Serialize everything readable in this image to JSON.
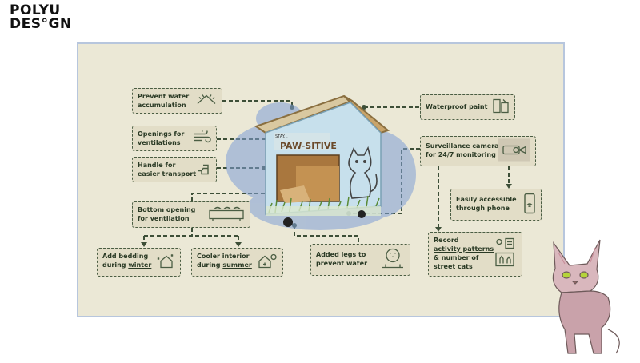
{
  "brand": {
    "line1": "POLYU",
    "line2": "DES°GN"
  },
  "house": {
    "sign_small": "STAY...",
    "sign_title": "PAW-SITIVE"
  },
  "features": {
    "prevent_water": "Prevent water\naccumulation",
    "openings": "Openings for\nventilations",
    "handle": "Handle for\neasier transport",
    "bottom_opening": "Bottom opening\nfor ventilation",
    "bedding_prefix": "Add bedding",
    "bedding_mid": "during ",
    "bedding_word": "winter",
    "cooler_prefix": "Cooler interior",
    "cooler_mid": "during ",
    "cooler_word": "summer",
    "legs": "Added legs to\nprevent water",
    "waterproof": "Waterproof paint",
    "camera": "Surveillance camera\nfor 24/7 monitoring",
    "phone": "Easily accessible\nthrough phone",
    "record_1": "Record",
    "record_2": "activity patterns",
    "record_3": "& ",
    "record_4": "number",
    "record_5": " of",
    "record_6": "street cats"
  },
  "colors": {
    "panel": "#ebe8d6",
    "box": "#e2ddc7",
    "dash": "#4a5d43",
    "border": "#b7c6dd"
  }
}
